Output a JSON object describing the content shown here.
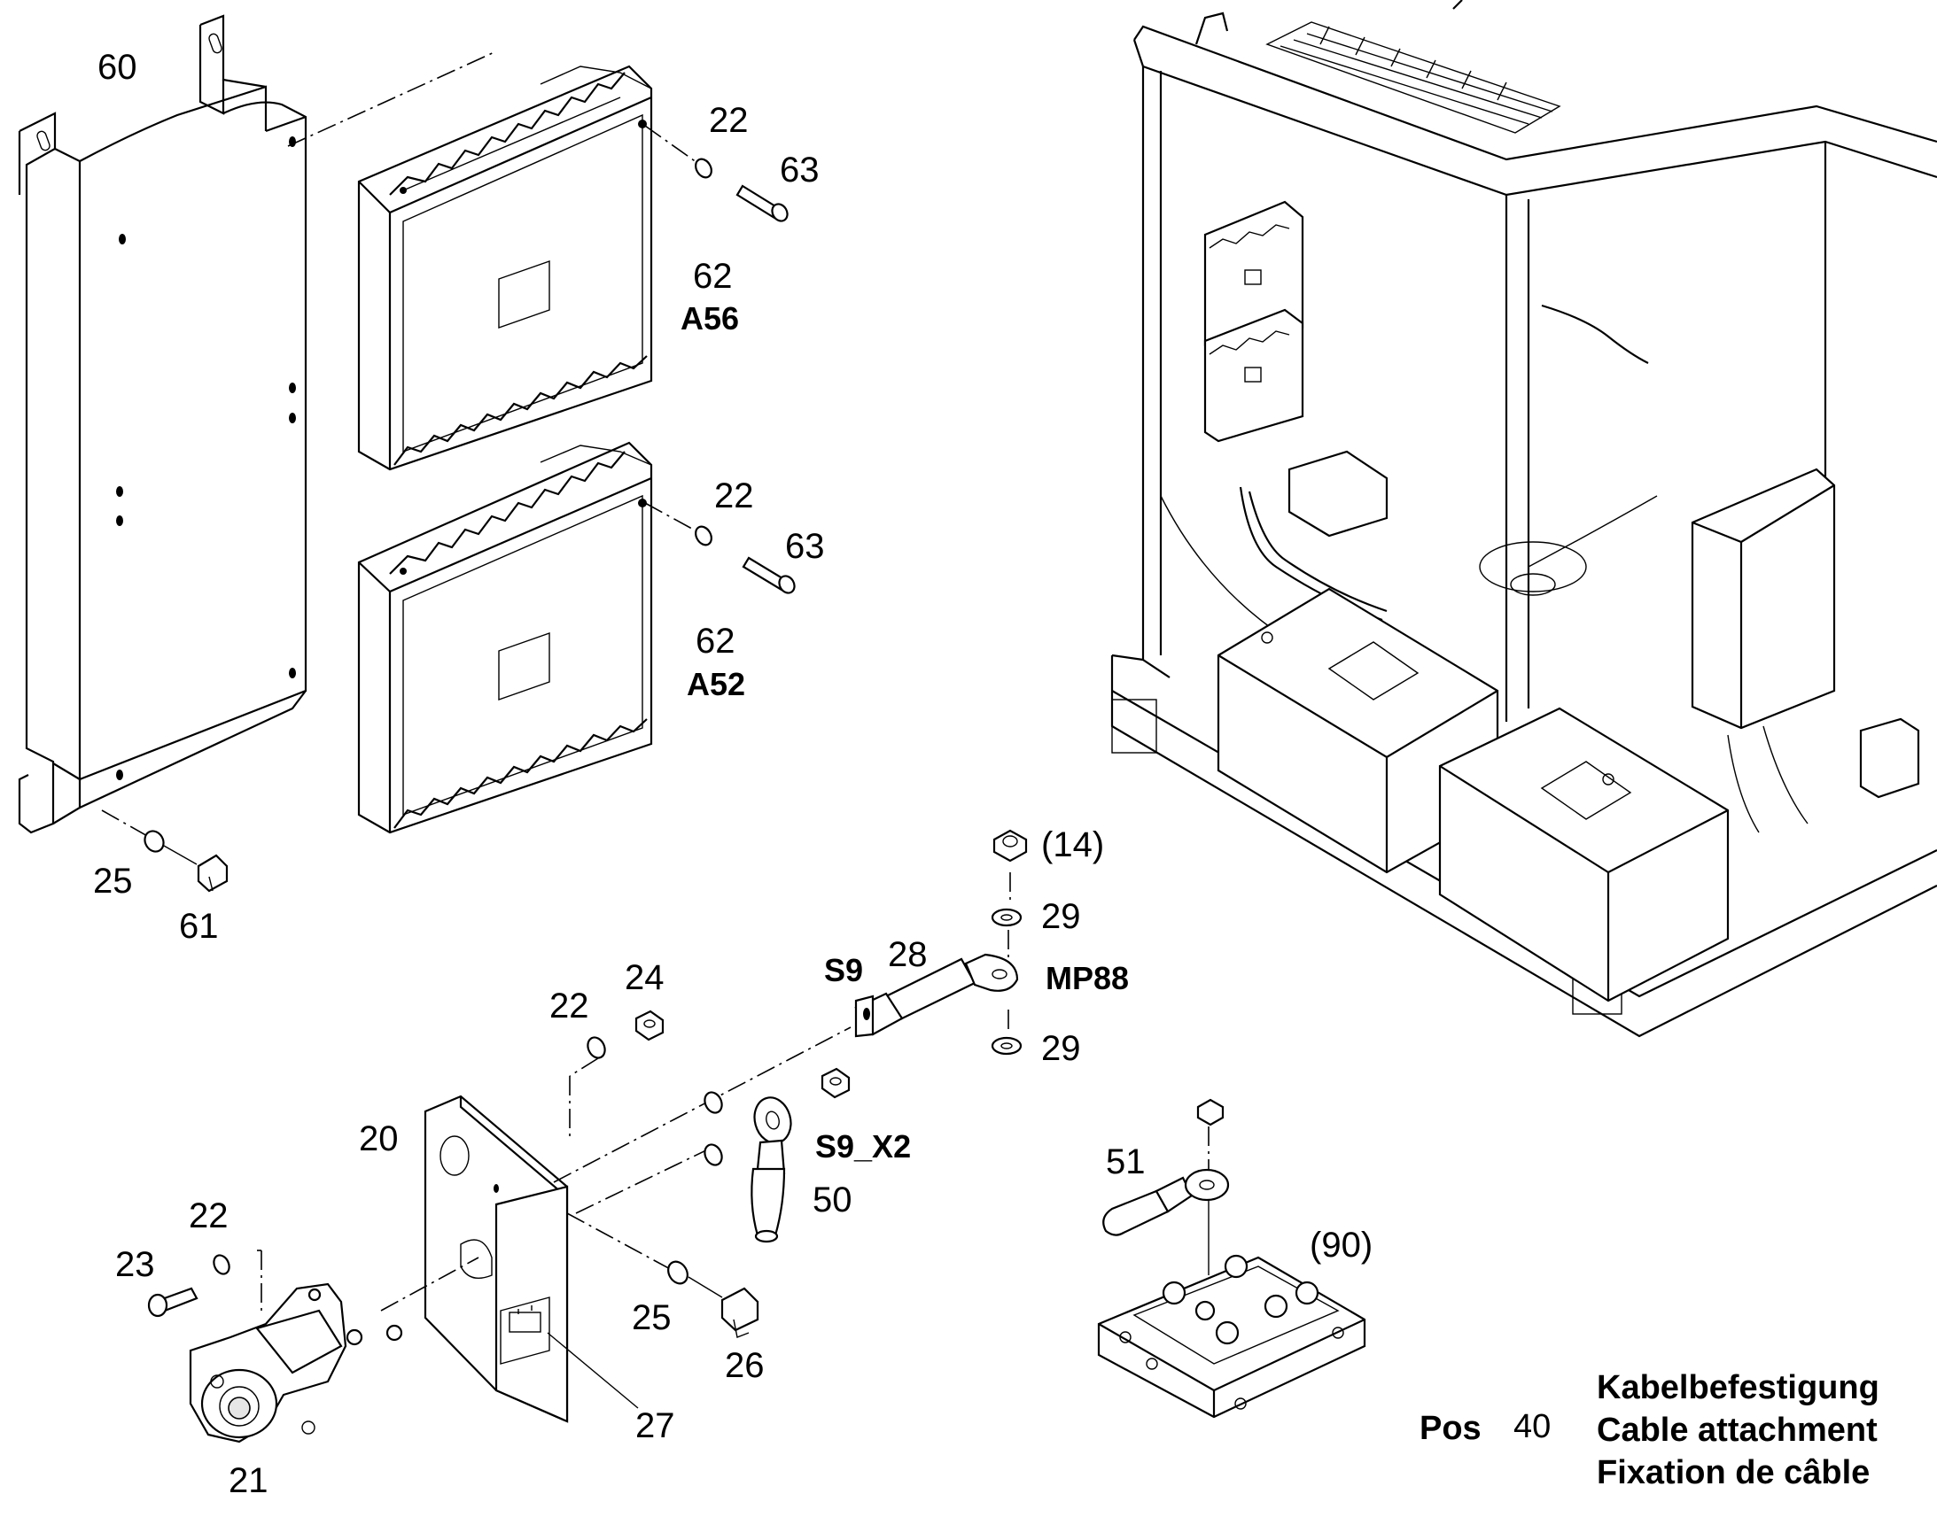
{
  "callouts": [
    {
      "id": "c60",
      "text": "60"
    },
    {
      "id": "c22a",
      "text": "22"
    },
    {
      "id": "c63a",
      "text": "63"
    },
    {
      "id": "c62a",
      "text": "62"
    },
    {
      "id": "cA56",
      "text": "A56"
    },
    {
      "id": "c22b",
      "text": "22"
    },
    {
      "id": "c63b",
      "text": "63"
    },
    {
      "id": "c62b",
      "text": "62"
    },
    {
      "id": "cA52",
      "text": "A52"
    },
    {
      "id": "c25a",
      "text": "25"
    },
    {
      "id": "c61",
      "text": "61"
    },
    {
      "id": "c14",
      "text": "(14)"
    },
    {
      "id": "c29a",
      "text": "29"
    },
    {
      "id": "cS9",
      "text": "S9"
    },
    {
      "id": "c28",
      "text": "28"
    },
    {
      "id": "cMP88",
      "text": "MP88"
    },
    {
      "id": "c29b",
      "text": "29"
    },
    {
      "id": "c22c",
      "text": "22"
    },
    {
      "id": "c24",
      "text": "24"
    },
    {
      "id": "c20",
      "text": "20"
    },
    {
      "id": "cS9X2",
      "text": "S9_X2"
    },
    {
      "id": "c50",
      "text": "50"
    },
    {
      "id": "c22d",
      "text": "22"
    },
    {
      "id": "c23",
      "text": "23"
    },
    {
      "id": "c25b",
      "text": "25"
    },
    {
      "id": "c26",
      "text": "26"
    },
    {
      "id": "c27",
      "text": "27"
    },
    {
      "id": "c21",
      "text": "21"
    },
    {
      "id": "c51",
      "text": "51"
    },
    {
      "id": "c90",
      "text": "(90)"
    }
  ],
  "legend": {
    "pos_label": "Pos",
    "pos_number": "40",
    "title_de": "Kabelbefestigung",
    "title_en": "Cable attachment",
    "title_fr": "Fixation de câble"
  }
}
